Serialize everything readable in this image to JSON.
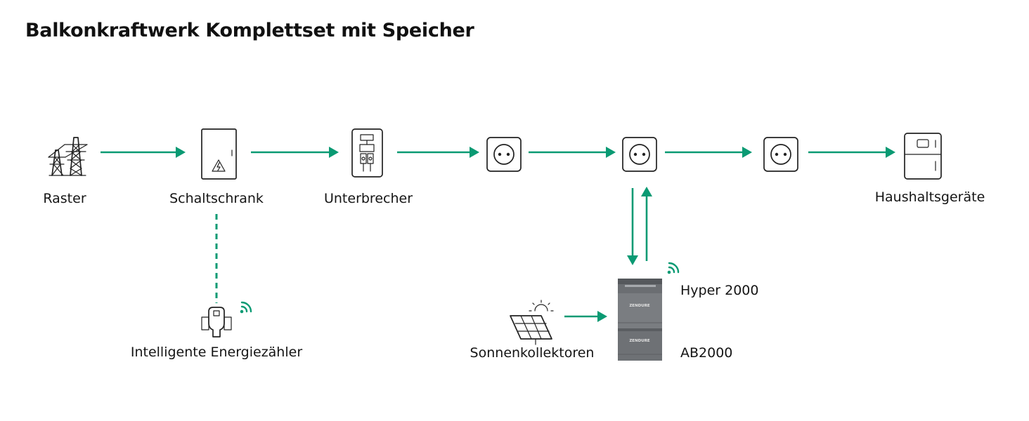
{
  "title": "Balkonkraftwerk Komplettset mit Speicher",
  "nodes": {
    "grid": "Raster",
    "cabinet": "Schaltschrank",
    "breaker": "Unterbrecher",
    "appliances": "Haushaltsgeräte",
    "meter": "Intelligente Energiezähler",
    "solar": "Sonnenkollektoren",
    "hyper": "Hyper 2000",
    "battery": "AB2000"
  },
  "device_brand": "ZENDURE",
  "colors": {
    "accent": "#0a9a73",
    "icon": "#222222"
  }
}
